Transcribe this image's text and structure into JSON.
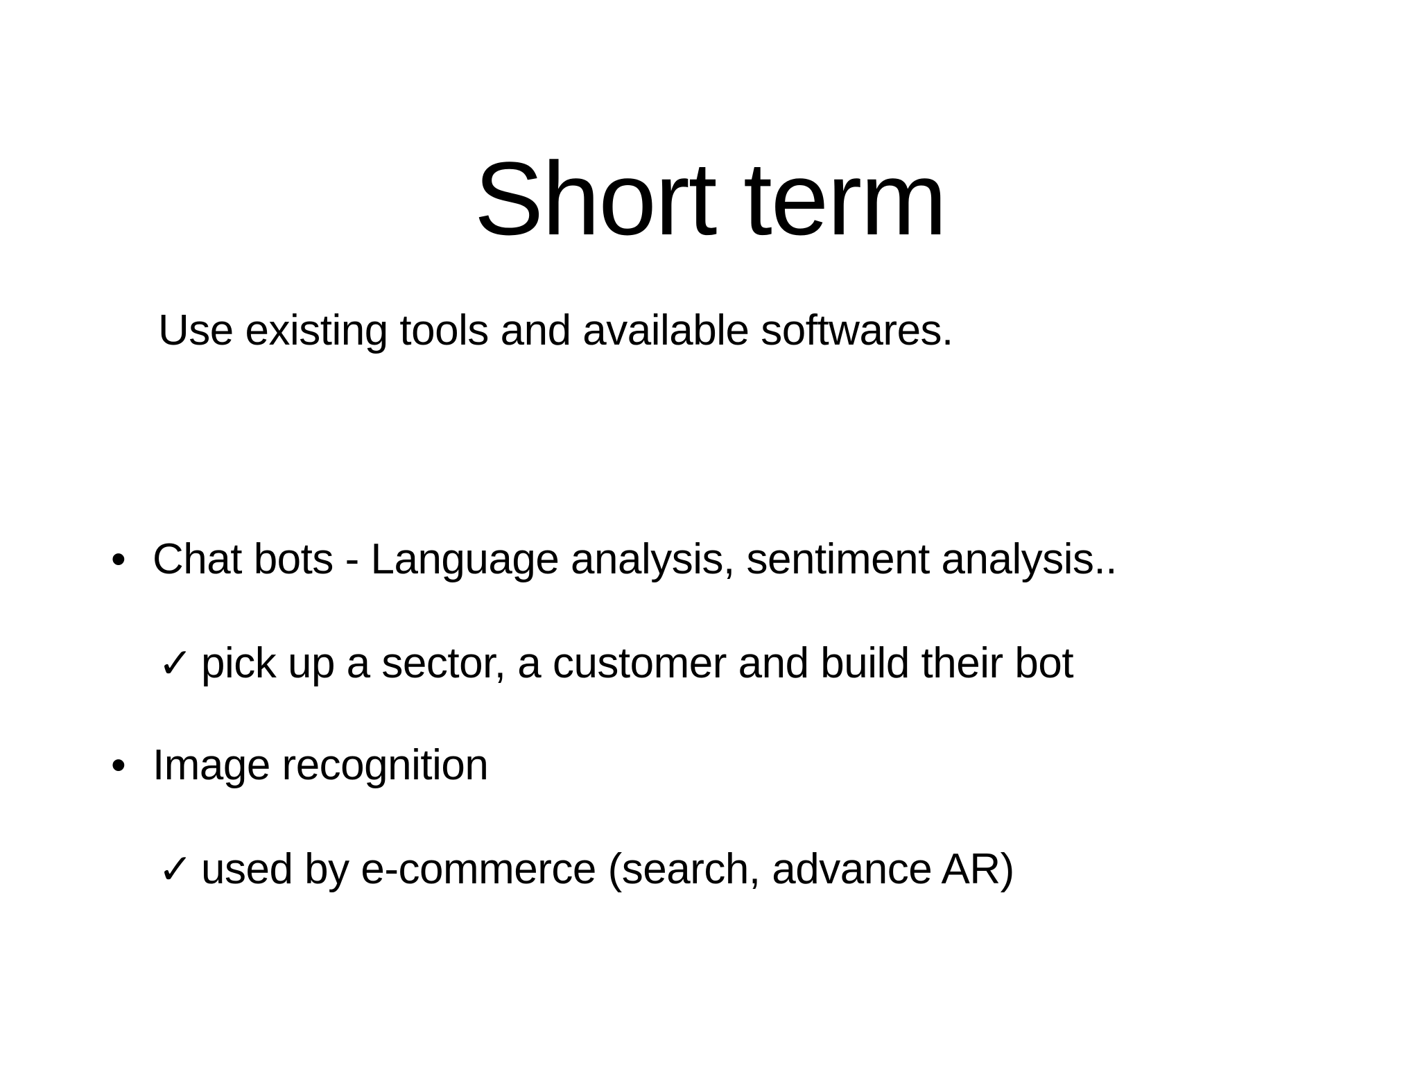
{
  "slide": {
    "title": "Short term",
    "lead_line": "Use existing tools and available softwares.",
    "bullets": [
      {
        "marker": "•",
        "marker_name": "bullet-dot",
        "text": "Chat bots - Language analysis, sentiment analysis.."
      },
      {
        "marker": "✓",
        "marker_name": "check-mark",
        "text": "pick up a sector, a customer and build their bot"
      },
      {
        "marker": "•",
        "marker_name": "bullet-dot",
        "text": "Image recognition"
      },
      {
        "marker": "✓",
        "marker_name": "check-mark",
        "text": "used by e-commerce (search, advance AR)"
      }
    ]
  },
  "colors": {
    "background": "#ffffff",
    "text": "#000000"
  }
}
